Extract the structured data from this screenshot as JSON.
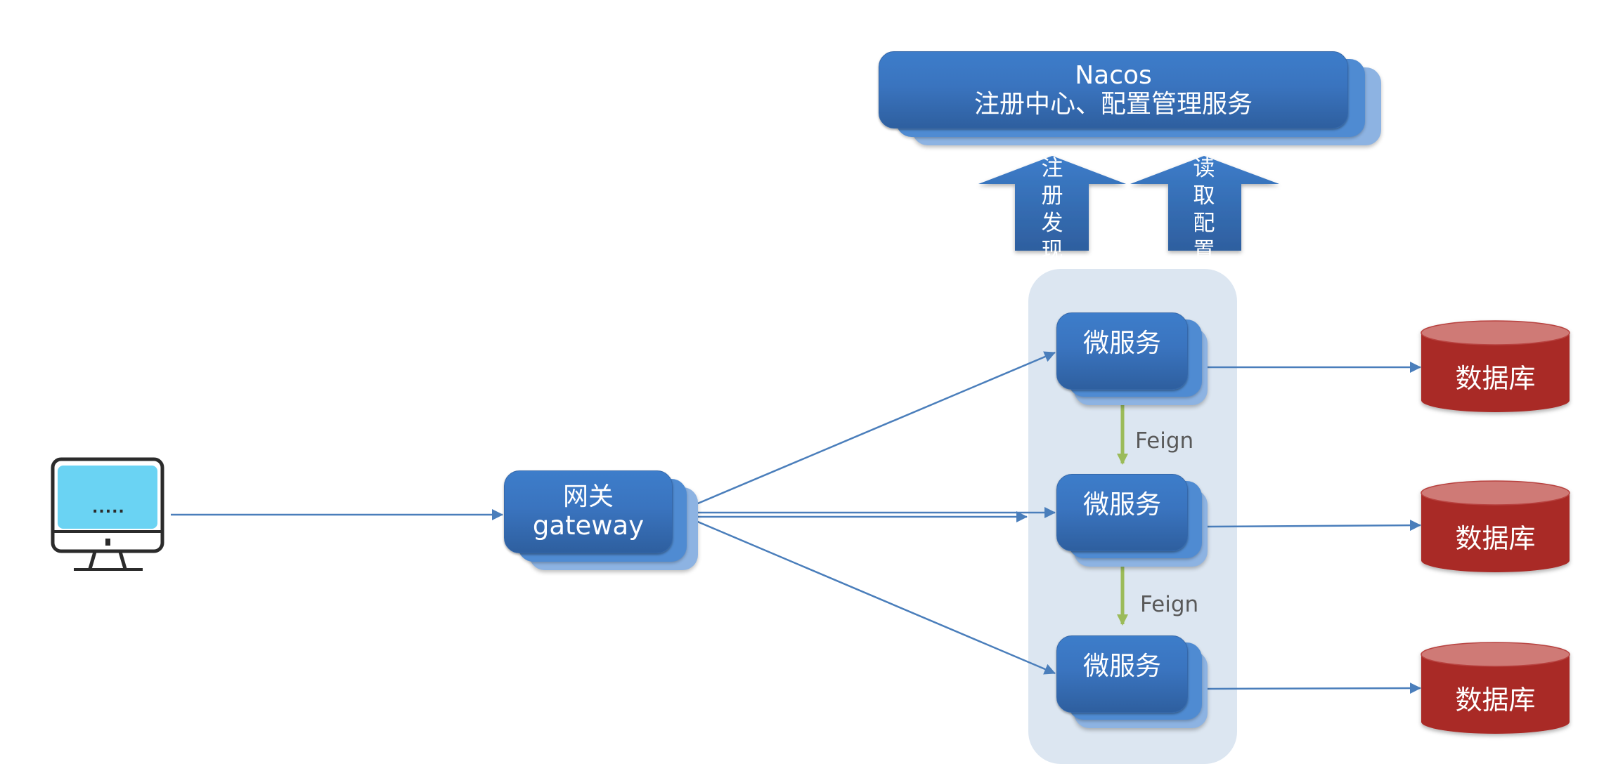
{
  "nacos": {
    "title": "Nacos",
    "subtitle": "注册中心、配置管理服务"
  },
  "up_arrows": [
    {
      "label": "注册发现",
      "chars": [
        "注",
        "册",
        "发",
        "现"
      ]
    },
    {
      "label": "读取配置",
      "chars": [
        "读",
        "取",
        "配",
        "置"
      ]
    }
  ],
  "client": {
    "icon": "desktop-monitor-icon",
    "screen_text": "....."
  },
  "gateway": {
    "line1": "网关",
    "line2": "gateway"
  },
  "microservices": [
    {
      "label": "微服务"
    },
    {
      "label": "微服务"
    },
    {
      "label": "微服务"
    }
  ],
  "feign_links": [
    {
      "label": "Feign"
    },
    {
      "label": "Feign"
    }
  ],
  "databases": [
    {
      "label": "数据库"
    },
    {
      "label": "数据库"
    },
    {
      "label": "数据库"
    }
  ],
  "colors": {
    "box_blue": "#3a74bf",
    "arrow_blue": "#4a7ebb",
    "panel_bg": "#dce6f1",
    "feign_green": "#9bbb59",
    "db_red": "#a92a26",
    "db_top": "#cf7a76",
    "monitor_screen": "#6ad3f3"
  }
}
